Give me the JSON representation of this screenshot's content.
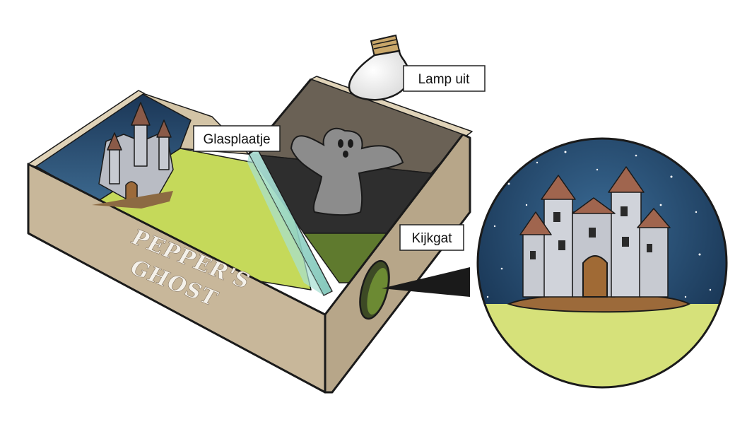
{
  "labels": {
    "lamp": "Lamp uit",
    "glass": "Glasplaatje",
    "peephole": "Kijkgat"
  },
  "box_title": {
    "line1": "PEPPER'S",
    "line2": "GHOST"
  },
  "colors": {
    "box_wood": "#c8b79a",
    "box_wood_dark": "#a8987c",
    "inner_wall": "#d3c4a6",
    "floor_green": "#c5d95a",
    "night_sky": "#1e3a5f",
    "glass": "#8fd6c8",
    "ghost": "#8c8c8c",
    "dark_chamber": "#3a3a3a"
  }
}
